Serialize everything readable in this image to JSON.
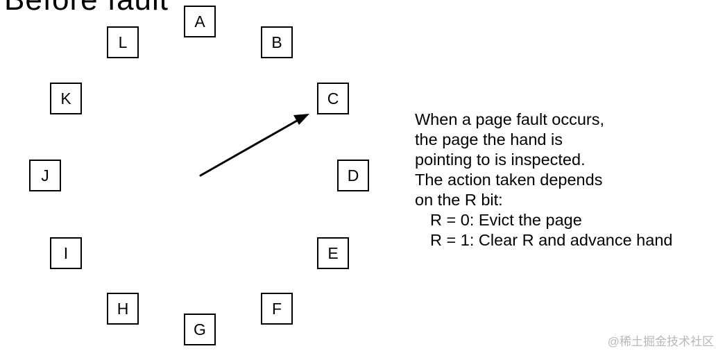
{
  "heading": "Before fault",
  "pages": [
    "A",
    "B",
    "C",
    "D",
    "E",
    "F",
    "G",
    "H",
    "I",
    "J",
    "K",
    "L"
  ],
  "hand_target": "C",
  "explanation": [
    "When a page fault occurs,",
    "the page the hand is",
    "pointing to is inspected.",
    "The action taken depends",
    "on the R bit:"
  ],
  "rules": [
    "R = 0: Evict the page",
    "R = 1: Clear R and advance hand"
  ],
  "watermark": "@稀土掘金技术社区"
}
